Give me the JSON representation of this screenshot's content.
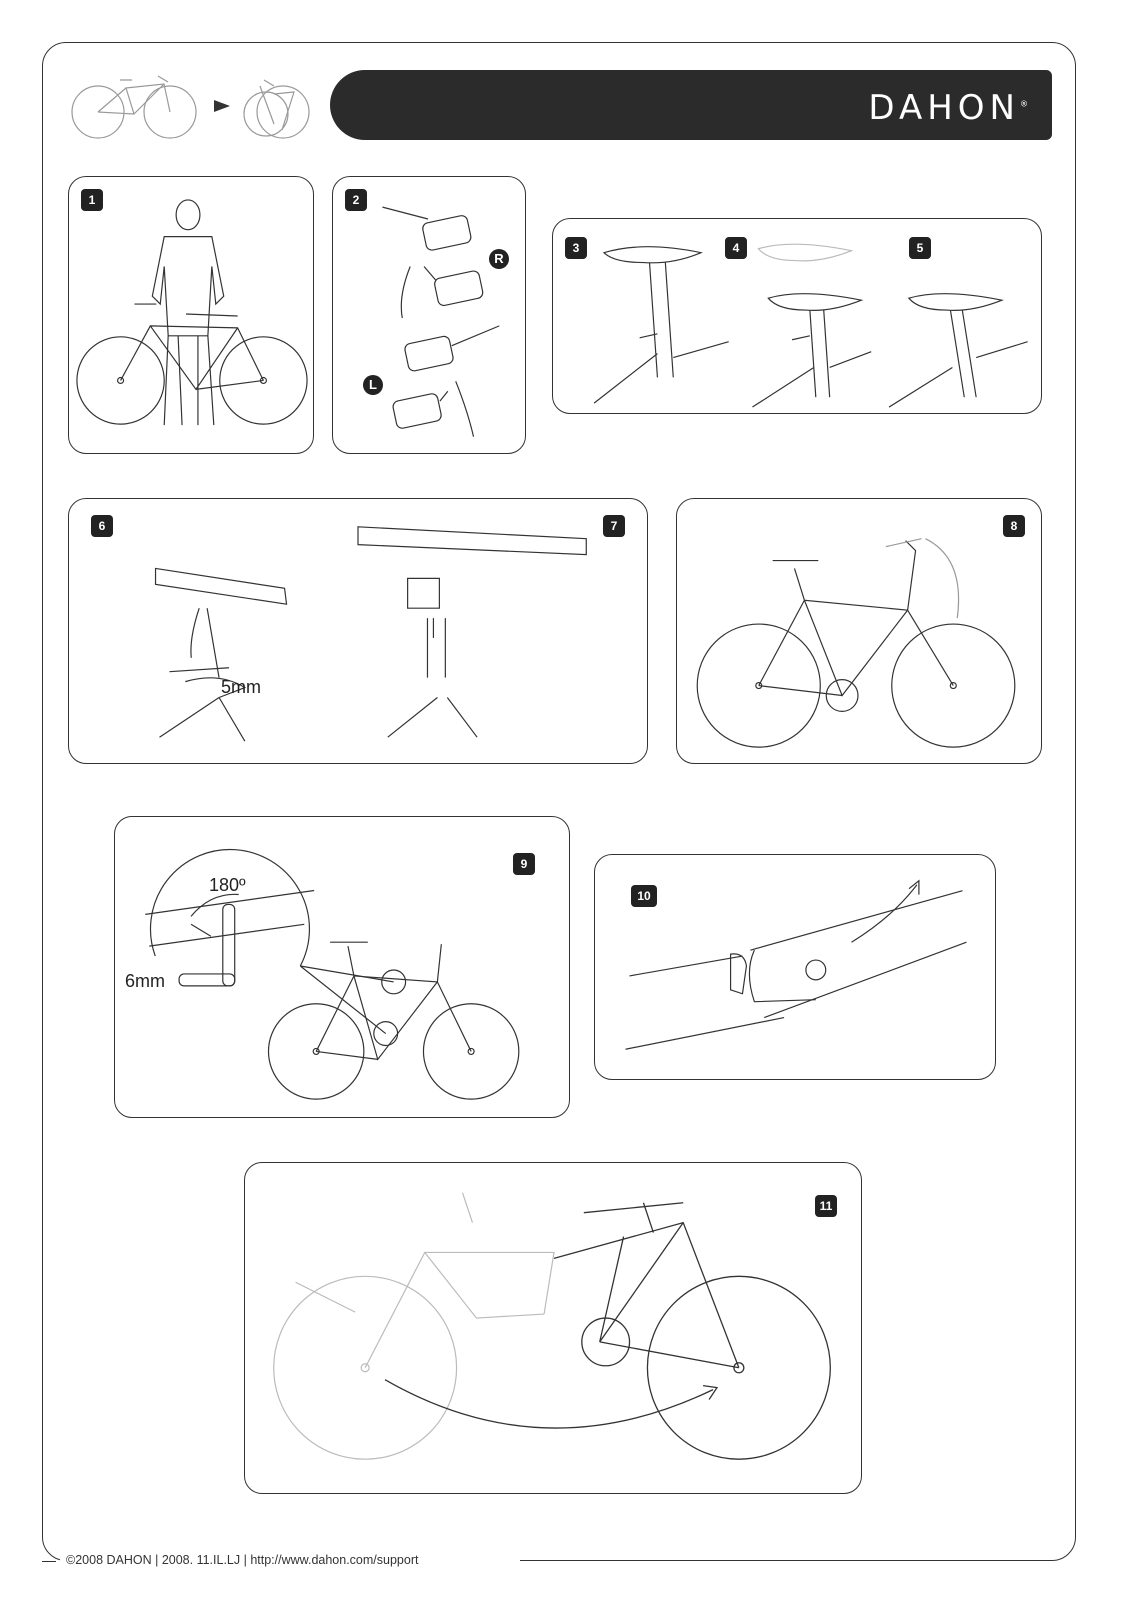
{
  "brand": {
    "name": "DAHON",
    "registered": "®"
  },
  "footer": "©2008 DAHON  |  2008. 11.IL.LJ  |  http://www.dahon.com/support",
  "steps": {
    "s1": "1",
    "s2": "2",
    "s3": "3",
    "s4": "4",
    "s5": "5",
    "s6": "6",
    "s7": "7",
    "s8": "8",
    "s9": "9",
    "s10": "10",
    "s11": "11"
  },
  "labels": {
    "right_pedal": "R",
    "left_pedal": "L",
    "hex_5mm": "5mm",
    "hex_6mm": "6mm",
    "rotation": "180º"
  },
  "colors": {
    "ink": "#222222",
    "header_bar": "#2b2b2b",
    "ghost": "#b8b8b8"
  }
}
